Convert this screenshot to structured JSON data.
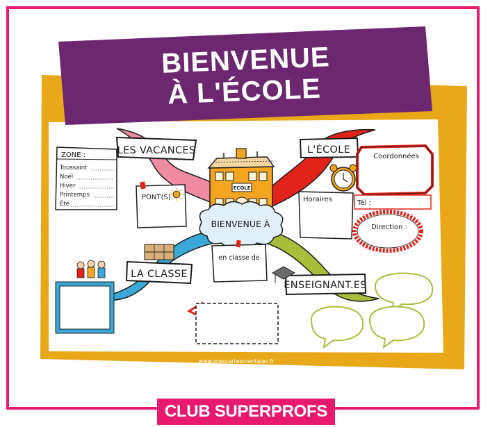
{
  "header": {
    "title_line1": "BIENVENUE",
    "title_line2": "À L'ÉCOLE"
  },
  "map": {
    "center_label": "BIENVENUE À",
    "school_sign": "ECOLE",
    "branches": {
      "vacances": "LES VACANCES",
      "ecole": "L'ÉCOLE",
      "classe": "LA CLASSE",
      "enseignants": "ENSEIGNANT.ES"
    },
    "zone_box": {
      "title": "ZONE :",
      "rows": [
        "Toussaint",
        "Noël",
        "Hiver",
        "Printemps",
        "Été"
      ]
    },
    "ponts_label": "PONT(S)",
    "en_classe_label": "en classe de",
    "horaires_label": "Horaires",
    "coordonnees_label": "Coordonnées",
    "tel_label": "Tél :",
    "direction_label": "Direction :",
    "website": "www.mescartesmentales.fr"
  },
  "footer": {
    "club": "CLUB SUPERPROFS"
  },
  "colors": {
    "brand_pink": "#e8196f",
    "banner_purple": "#6d2770",
    "board_yellow": "#e9a817",
    "red": "#e2231a",
    "pink_branch": "#ee8aa2",
    "blue_branch": "#3aa7d9",
    "green_branch": "#a8bd3a",
    "school_orange": "#f3a51f"
  }
}
